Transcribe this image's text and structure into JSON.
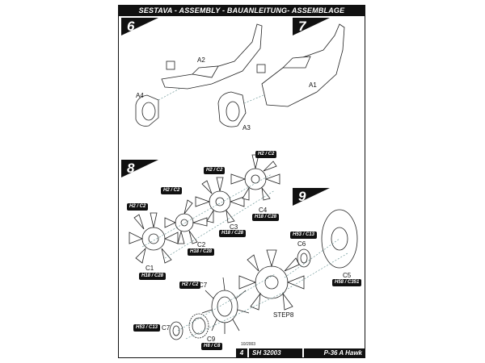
{
  "header": {
    "title": "SESTAVA - ASSEMBLY - BAUANLEITUNG- ASSEMBLAGE"
  },
  "steps": {
    "s6": "6",
    "s7": "7",
    "s8": "8",
    "s9": "9"
  },
  "parts": {
    "a1": "A1",
    "a2": "A2",
    "a3": "A3",
    "a4": "A4",
    "c1": "C1",
    "c2": "C2",
    "c3": "C3",
    "c4": "C4",
    "c5": "C5",
    "c6": "C6",
    "c7a": "C7",
    "c7b": "C7",
    "c9": "C9",
    "step8": "STEP8"
  },
  "tags": {
    "t1": "H2 / C2",
    "t2": "H2 / C2",
    "t3": "H2 / C2",
    "t4": "H2 / C2",
    "t5": "H18 / C28",
    "t6": "H18 / C28",
    "t7": "H18 / C28",
    "t8": "H18 / C28",
    "t9": "H2 / C2",
    "t10": "H53 / C13",
    "t11": "H58 / C351",
    "t12": "H53 / C13",
    "t13": "H8 / C8"
  },
  "footer": {
    "page": "4",
    "code": "SH 32003",
    "model": "P-36 A Hawk",
    "date": "10/2003"
  }
}
